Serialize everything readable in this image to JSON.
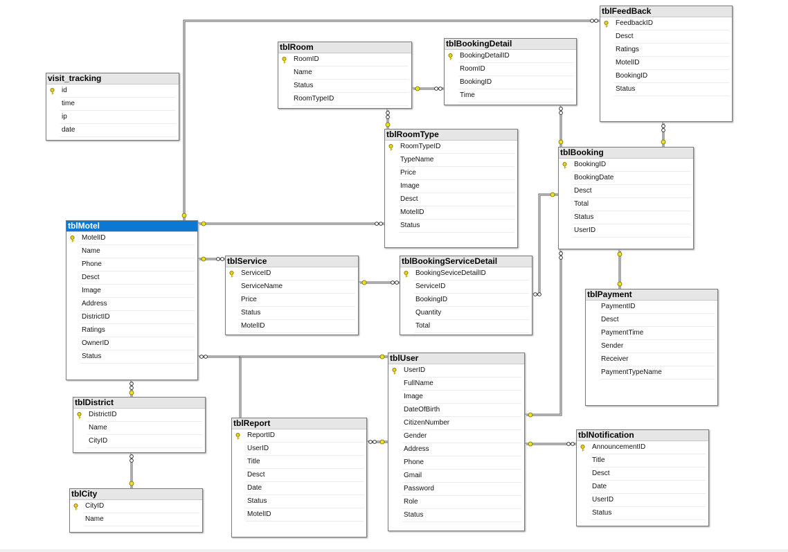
{
  "diagram": {
    "tables": [
      {
        "id": "tblFeedBack",
        "title": "tblFeedBack",
        "columns": [
          {
            "name": "FeedbackID",
            "pk": true
          },
          {
            "name": "Desct"
          },
          {
            "name": "Ratings"
          },
          {
            "name": "MotelID"
          },
          {
            "name": "BookingID"
          },
          {
            "name": "Status"
          }
        ]
      },
      {
        "id": "tblRoom",
        "title": "tblRoom",
        "columns": [
          {
            "name": "RoomID",
            "pk": true
          },
          {
            "name": "Name"
          },
          {
            "name": "Status"
          },
          {
            "name": "RoomTypeID"
          }
        ]
      },
      {
        "id": "tblBookingDetail",
        "title": "tblBookingDetail",
        "columns": [
          {
            "name": "BookingDetailID",
            "pk": true
          },
          {
            "name": "RoomID"
          },
          {
            "name": "BookingID"
          },
          {
            "name": "Time"
          }
        ]
      },
      {
        "id": "visit_tracking",
        "title": "visit_tracking",
        "columns": [
          {
            "name": "id",
            "pk": true
          },
          {
            "name": "time"
          },
          {
            "name": "ip"
          },
          {
            "name": "date"
          }
        ]
      },
      {
        "id": "tblRoomType",
        "title": "tblRoomType",
        "columns": [
          {
            "name": "RoomTypeID",
            "pk": true
          },
          {
            "name": "TypeName"
          },
          {
            "name": "Price"
          },
          {
            "name": "Image"
          },
          {
            "name": "Desct"
          },
          {
            "name": "MotelID"
          },
          {
            "name": "Status"
          }
        ]
      },
      {
        "id": "tblBooking",
        "title": "tblBooking",
        "columns": [
          {
            "name": "BookingID",
            "pk": true
          },
          {
            "name": "BookingDate"
          },
          {
            "name": "Desct"
          },
          {
            "name": "Total"
          },
          {
            "name": "Status"
          },
          {
            "name": "UserID"
          }
        ]
      },
      {
        "id": "tblMotel",
        "title": "tblMotel",
        "selected": true,
        "columns": [
          {
            "name": "MotelID",
            "pk": true
          },
          {
            "name": "Name"
          },
          {
            "name": "Phone"
          },
          {
            "name": "Desct"
          },
          {
            "name": "Image"
          },
          {
            "name": "Address"
          },
          {
            "name": "DistrictID"
          },
          {
            "name": "Ratings"
          },
          {
            "name": "OwnerID"
          },
          {
            "name": "Status"
          }
        ]
      },
      {
        "id": "tblService",
        "title": "tblService",
        "columns": [
          {
            "name": "ServiceID",
            "pk": true
          },
          {
            "name": "ServiceName"
          },
          {
            "name": "Price"
          },
          {
            "name": "Status"
          },
          {
            "name": "MotelID"
          }
        ]
      },
      {
        "id": "tblBookingServiceDetail",
        "title": "tblBookingServiceDetail",
        "columns": [
          {
            "name": "BookingSeviceDetailID",
            "pk": true
          },
          {
            "name": "ServiceID"
          },
          {
            "name": "BookingID"
          },
          {
            "name": "Quantity"
          },
          {
            "name": "Total"
          }
        ]
      },
      {
        "id": "tblPayment",
        "title": "tblPayment",
        "columns": [
          {
            "name": "PaymentID"
          },
          {
            "name": "Desct"
          },
          {
            "name": "PaymentTime"
          },
          {
            "name": "Sender"
          },
          {
            "name": "Receiver"
          },
          {
            "name": "PaymentTypeName"
          }
        ]
      },
      {
        "id": "tblUser",
        "title": "tblUser",
        "columns": [
          {
            "name": "UserID",
            "pk": true
          },
          {
            "name": "FullName"
          },
          {
            "name": "Image"
          },
          {
            "name": "DateOfBirth"
          },
          {
            "name": "CitizenNumber"
          },
          {
            "name": "Gender"
          },
          {
            "name": "Address"
          },
          {
            "name": "Phone"
          },
          {
            "name": "Gmail"
          },
          {
            "name": "Password"
          },
          {
            "name": "Role"
          },
          {
            "name": "Status"
          }
        ]
      },
      {
        "id": "tblDistrict",
        "title": "tblDistrict",
        "columns": [
          {
            "name": "DistrictID",
            "pk": true
          },
          {
            "name": "Name"
          },
          {
            "name": "CityID"
          }
        ]
      },
      {
        "id": "tblReport",
        "title": "tblReport",
        "columns": [
          {
            "name": "ReportID",
            "pk": true
          },
          {
            "name": "UserID"
          },
          {
            "name": "Title"
          },
          {
            "name": "Desct"
          },
          {
            "name": "Date"
          },
          {
            "name": "Status"
          },
          {
            "name": "MotelID"
          }
        ]
      },
      {
        "id": "tblNotification",
        "title": "tblNotification",
        "columns": [
          {
            "name": "AnnouncementID",
            "pk": true
          },
          {
            "name": "Title"
          },
          {
            "name": "Desct"
          },
          {
            "name": "Date"
          },
          {
            "name": "UserID"
          },
          {
            "name": "Status"
          }
        ]
      },
      {
        "id": "tblCity",
        "title": "tblCity",
        "columns": [
          {
            "name": "CityID",
            "pk": true
          },
          {
            "name": "Name"
          }
        ]
      }
    ]
  },
  "colors": {
    "selected_header": "#0b78d4",
    "key": "#f0e020",
    "line": "#5a5a5a"
  },
  "icons": {
    "primary_key": "key-icon",
    "relationship_one": "key-end-icon",
    "relationship_many": "infinity-end-icon"
  }
}
